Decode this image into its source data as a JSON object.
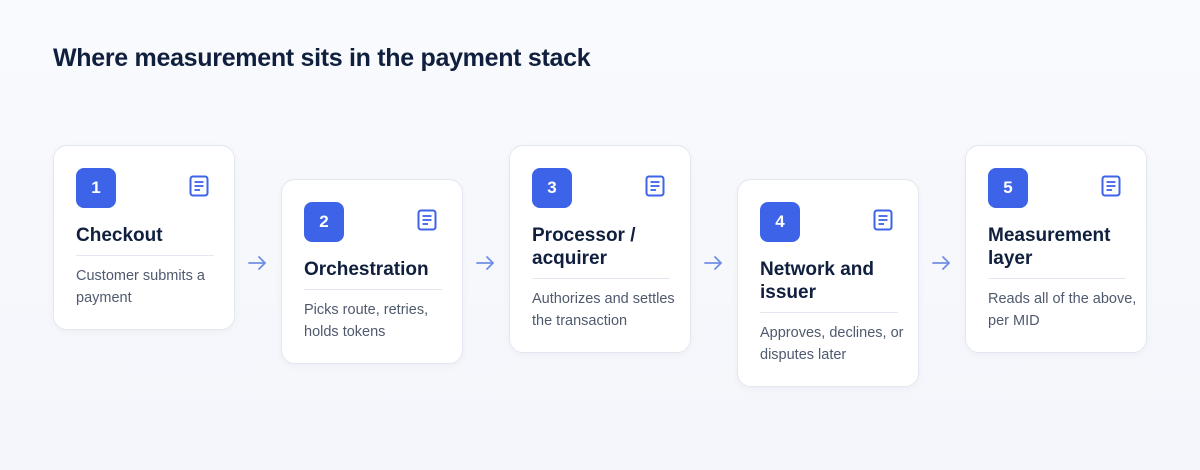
{
  "title": "Where measurement sits in the payment stack",
  "colors": {
    "accent": "#3d63e8",
    "arrow": "#6f8fe6",
    "card_border": "#e3e7f0"
  },
  "steps": [
    {
      "number": "1",
      "title": "Checkout",
      "description": "Customer submits a payment",
      "icon": "document-icon"
    },
    {
      "number": "2",
      "title": "Orchestration",
      "description": "Picks route, retries, holds tokens",
      "icon": "document-icon"
    },
    {
      "number": "3",
      "title": "Processor / acquirer",
      "description": "Authorizes and settles the transaction",
      "icon": "document-icon"
    },
    {
      "number": "4",
      "title": "Network and issuer",
      "description": "Approves, declines, or disputes later",
      "icon": "document-icon"
    },
    {
      "number": "5",
      "title": "Measurement layer",
      "description": "Reads all of the above, per MID",
      "icon": "document-icon"
    }
  ]
}
